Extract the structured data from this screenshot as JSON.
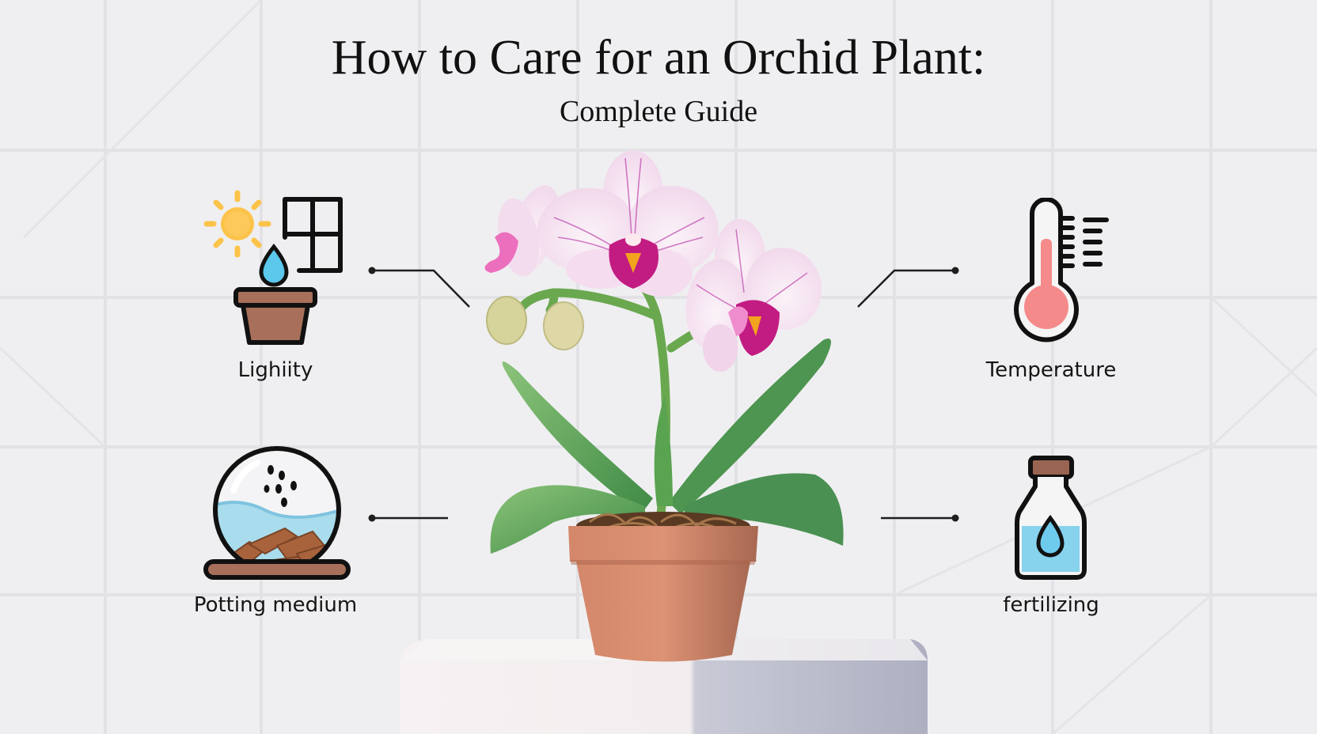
{
  "header": {
    "title": "How to Care for an Orchid Plant:",
    "subtitle": "Complete Guide"
  },
  "items": [
    {
      "id": "light",
      "label": "Lighiity",
      "icon": "sun-window-pot-icon"
    },
    {
      "id": "temperature",
      "label": "Temperature",
      "icon": "thermometer-icon"
    },
    {
      "id": "potting",
      "label": "Potting medium",
      "icon": "bark-globe-icon"
    },
    {
      "id": "fertilizing",
      "label": "fertilizing",
      "icon": "fertilizer-bottle-icon"
    }
  ],
  "colors": {
    "background": "#eeeef0",
    "sun": "#fcc34a",
    "water": "#5bc8ec",
    "pot_icon": "#a8705a",
    "thermo_fill": "#f58a8a",
    "bottle_cap": "#9a6452",
    "bottle_liquid": "#87d2ec",
    "terracotta": "#c98163",
    "leaf": "#4f9a4a",
    "petal": "#f7e4f2",
    "lip": "#c81f87"
  }
}
